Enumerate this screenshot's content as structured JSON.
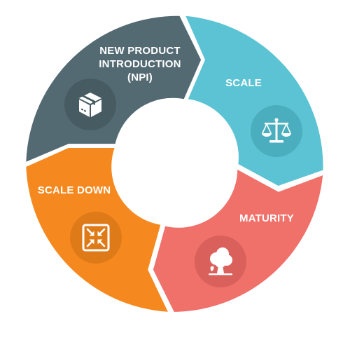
{
  "cycle": {
    "segments": [
      {
        "id": "npi",
        "label_lines": [
          "NEW PRODUCT",
          "INTRODUCTION",
          "(NPI)"
        ],
        "color": "#546a73",
        "icon_bg": "#475b63",
        "icon": "package-box-icon"
      },
      {
        "id": "scale",
        "label_lines": [
          "SCALE"
        ],
        "color": "#5bc3d3",
        "icon_bg": "#4aaebe",
        "icon": "balance-scale-icon"
      },
      {
        "id": "maturity",
        "label_lines": [
          "MATURITY"
        ],
        "color": "#f0706a",
        "icon_bg": "#d9605b",
        "icon": "tree-icon"
      },
      {
        "id": "scale_down",
        "label_lines": [
          "SCALE DOWN"
        ],
        "color": "#f5891f",
        "icon_bg": "#de7a18",
        "icon": "shrink-arrows-icon"
      }
    ]
  }
}
